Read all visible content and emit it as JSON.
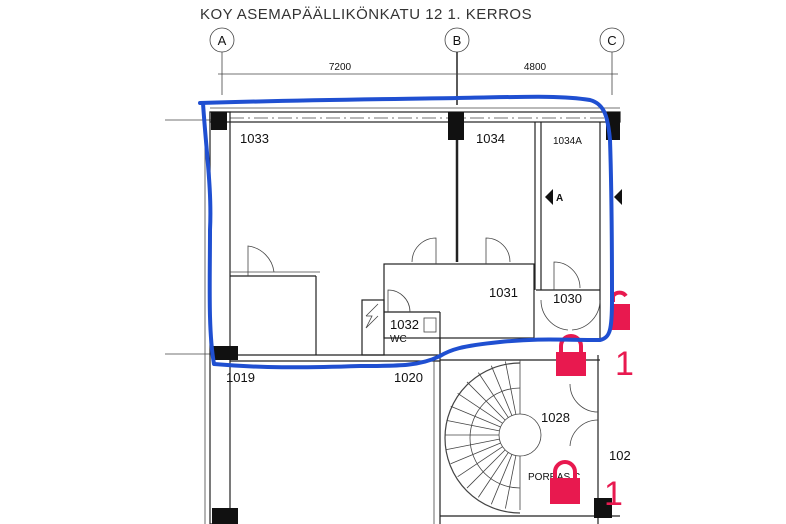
{
  "title": "KOY ASEMAPÄÄLLIKÖNKATU 12    1. KERROS",
  "grid_axes": [
    "A",
    "B",
    "C"
  ],
  "dimensions": [
    "7200",
    "4800"
  ],
  "rooms": {
    "r1033": "1033",
    "r1034": "1034",
    "r1034a": "1034A",
    "r1031": "1031",
    "r1030": "1030",
    "r1032": "1032",
    "wc": "WC",
    "r1019": "1019",
    "r1020": "1020",
    "r1028": "1028",
    "porras": "PORRAS C",
    "r102x": "102"
  },
  "section_marker": "A",
  "red_marks": [
    "1",
    "1"
  ],
  "colors": {
    "highlight": "#1f4fd1",
    "lock": "#e8194f",
    "wall": "#222222"
  },
  "icons": [
    "lock-icon",
    "lock-icon",
    "lock-icon",
    "section-arrow-icon",
    "electrical-panel-icon"
  ]
}
